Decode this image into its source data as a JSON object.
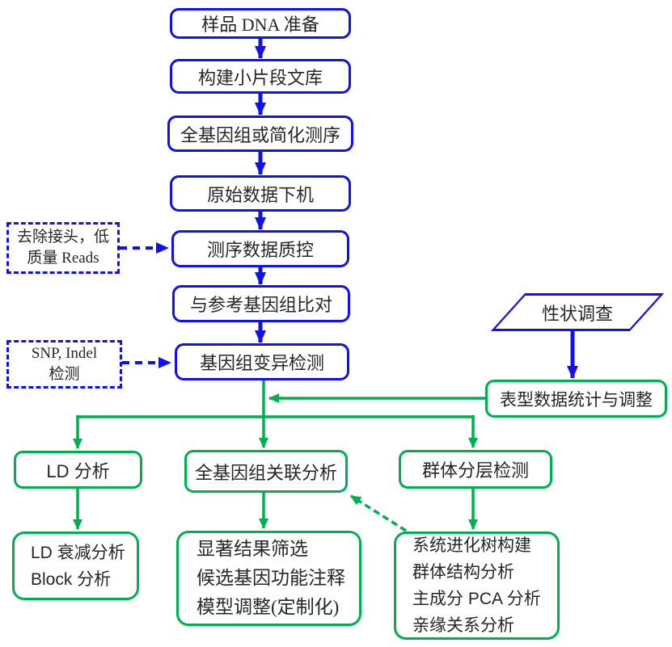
{
  "colors": {
    "blue": "#1010f0",
    "green": "#00b050"
  },
  "main_flow": [
    {
      "label": "样品 DNA 准备"
    },
    {
      "label": "构建小片段文库"
    },
    {
      "label": "全基因组或简化测序"
    },
    {
      "label": "原始数据下机"
    },
    {
      "label": "测序数据质控"
    },
    {
      "label": "与参考基因组比对"
    },
    {
      "label": "基因组变异检测"
    }
  ],
  "annotations": [
    {
      "lines": [
        "去除接头，低",
        "质量 Reads"
      ]
    },
    {
      "lines": [
        "SNP, Indel",
        "检测"
      ]
    }
  ],
  "trait_survey": {
    "label": "性状调查"
  },
  "phenotype": {
    "label": "表型数据统计与调整"
  },
  "branches": [
    {
      "label": "LD 分析"
    },
    {
      "label": "全基因组关联分析"
    },
    {
      "label": "群体分层检测"
    }
  ],
  "results": [
    {
      "lines": [
        "LD 衰减分析",
        "Block 分析"
      ]
    },
    {
      "lines": [
        "显著结果筛选",
        "候选基因功能注释",
        "模型调整(定制化)"
      ]
    },
    {
      "lines": [
        "系统进化树构建",
        "群体结构分析",
        "主成分 PCA 分析",
        "亲缘关系分析"
      ]
    }
  ]
}
